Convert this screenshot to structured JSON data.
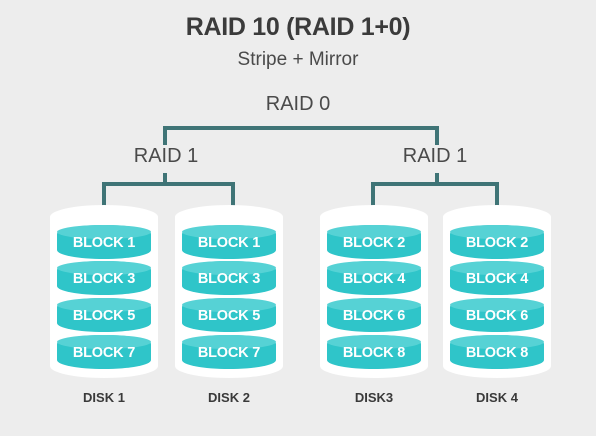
{
  "diagram": {
    "title": "RAID 10 (RAID 1+0)",
    "subtitle": "Stripe + Mirror",
    "raid0_label": "RAID 0",
    "raid1_left_label": "RAID 1",
    "raid1_right_label": "RAID 1",
    "disks": [
      {
        "label": "DISK 1",
        "blocks": [
          "BLOCK 1",
          "BLOCK 3",
          "BLOCK 5",
          "BLOCK 7"
        ]
      },
      {
        "label": "DISK 2",
        "blocks": [
          "BLOCK 1",
          "BLOCK 3",
          "BLOCK 5",
          "BLOCK 7"
        ]
      },
      {
        "label": "DISK3",
        "blocks": [
          "BLOCK 2",
          "BLOCK 4",
          "BLOCK 6",
          "BLOCK 8"
        ]
      },
      {
        "label": "DISK 4",
        "blocks": [
          "BLOCK 2",
          "BLOCK 4",
          "BLOCK 6",
          "BLOCK 8"
        ]
      }
    ]
  },
  "colors": {
    "background": "#ededed",
    "connector": "#3f7476",
    "block": "#2fc5c9",
    "disk": "#ffffff",
    "text": "#3b3b3b"
  }
}
